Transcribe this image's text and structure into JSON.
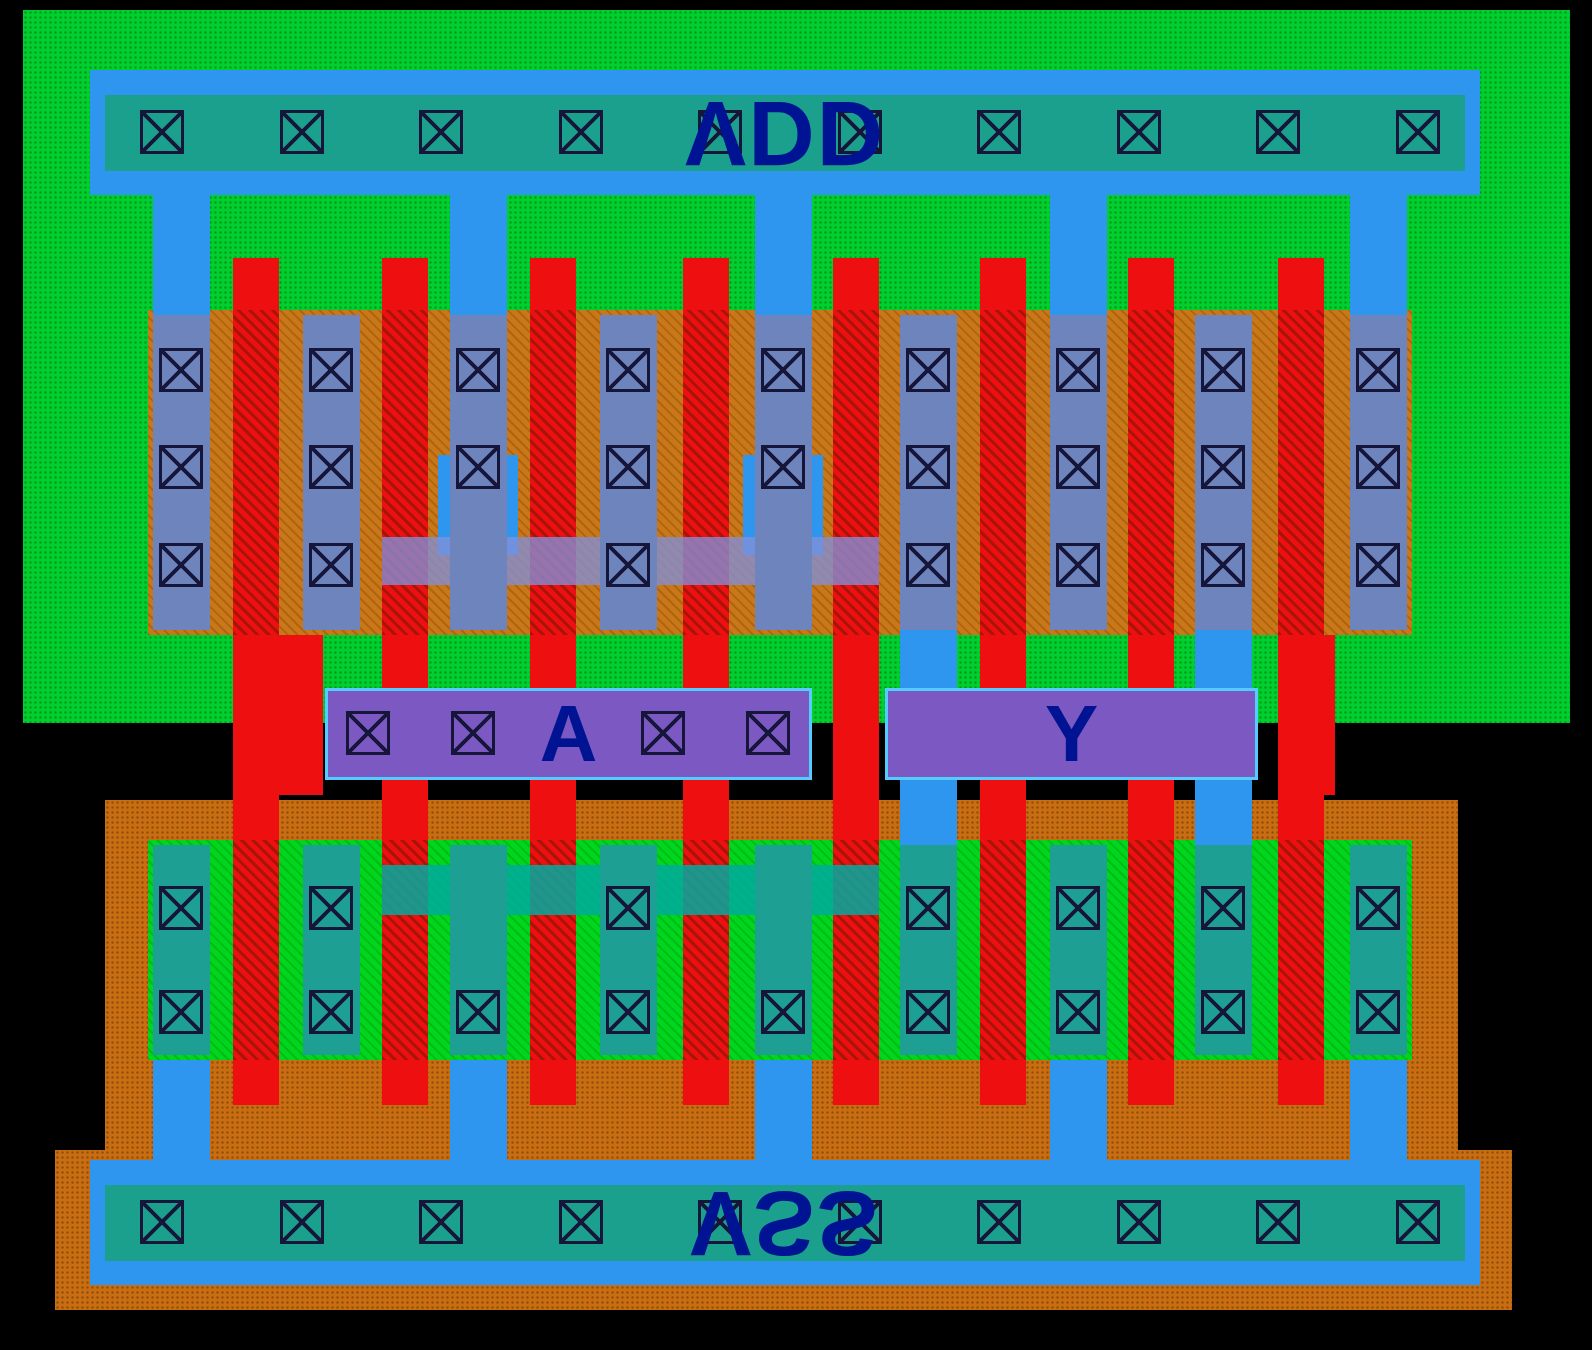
{
  "labels": {
    "power_rail_top": "VDD",
    "power_rail_bottom": "VSS",
    "input_pin": "A",
    "output_pin": "Y"
  },
  "colors": {
    "background": "#000000",
    "nwell": "#00cf2e",
    "nwell_dot": "#00961f",
    "pwell": "#c86d12",
    "pwell_dot": "#8f4d0a",
    "pdiff": "#c87818",
    "ndiff": "#00d61c",
    "metal_blue": "#2f96f0",
    "rail_band": "#1aa08c",
    "pmos_column": "#6e84bd",
    "nmos_column": "#1d9f93",
    "poly": "#ee1010",
    "pmos_strap": "#8290d8",
    "nmos_strap": "#00aaa0",
    "pin_fill": "#7b58c2",
    "pin_border": "#55ccff",
    "label_text": "#001493",
    "via_line": "#16163a"
  }
}
